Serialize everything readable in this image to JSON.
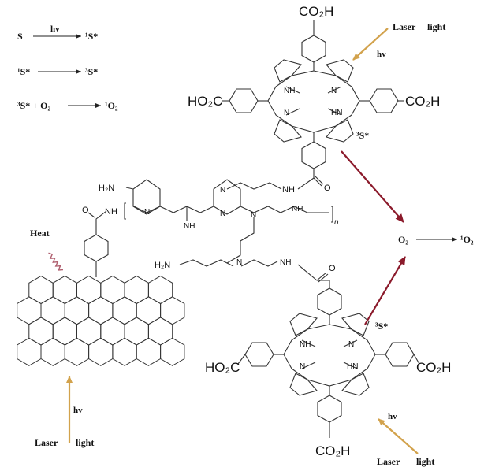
{
  "reactions": [
    {
      "left": "S",
      "above_arrow": "hv",
      "right": "¹S*"
    },
    {
      "left": "¹S*",
      "above_arrow": "",
      "right": "³S*"
    },
    {
      "left": "³S* + O₂",
      "above_arrow": "",
      "right": "¹O₂"
    }
  ],
  "labels": {
    "laser_top_line1": "Laser",
    "laser_top_line2": "light",
    "hv_top": "hv",
    "s3_top": "³S*",
    "o2_left": "O₂",
    "o2_right": "¹O₂",
    "s3_bottom": "³S*",
    "hv_bottom_right": "hv",
    "laser_bottom_right_line1": "Laser",
    "laser_bottom_right_line2": "light",
    "heat": "Heat",
    "hv_left": "hv",
    "laser_left_line1": "Laser",
    "laser_left_line2": "light"
  },
  "chem": {
    "co2h": "CO₂H",
    "ho2c": "HO₂C",
    "nh": "NH",
    "hn": "HN",
    "n": "N",
    "h2n": "H₂N",
    "o": "O",
    "subscript_n": "n"
  },
  "colors": {
    "laser_arrow": "#d2a24c",
    "energy_arrow": "#8b1a2b",
    "heat_wave": "#b06070",
    "structure": "#333333"
  }
}
